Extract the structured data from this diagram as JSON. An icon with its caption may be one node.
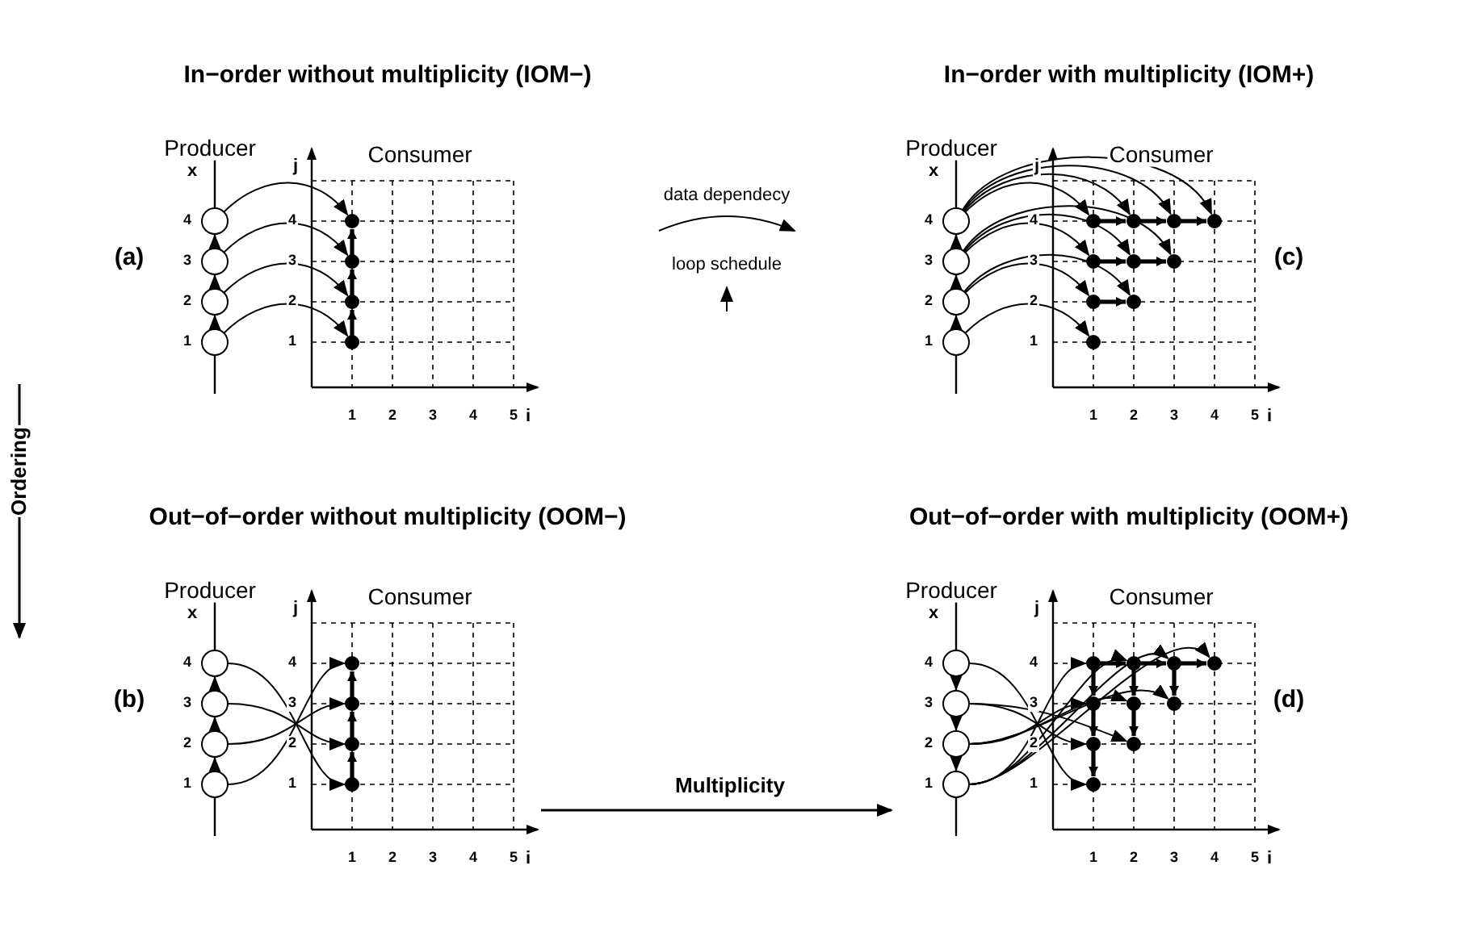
{
  "diagram": {
    "nodes": [
      {
        "text": [],
        "shape": "circle",
        "beside": [
          "4"
        ]
      },
      {
        "text": [],
        "shape": "circle",
        "beside": [
          "3"
        ]
      },
      {
        "text": [],
        "shape": "circle",
        "beside": [
          "2"
        ]
      },
      {
        "text": [],
        "shape": "circle",
        "beside": [
          "1"
        ]
      },
      {
        "text": [],
        "shape": "circle"
      },
      {
        "text": [],
        "shape": "circle"
      },
      {
        "text": [],
        "shape": "circle"
      },
      {
        "text": [],
        "shape": "circle"
      },
      {
        "text": [],
        "shape": "circle",
        "beside": [
          "4"
        ]
      },
      {
        "text": [],
        "shape": "circle",
        "beside": [
          "3"
        ]
      },
      {
        "text": [],
        "shape": "circle",
        "beside": [
          "2"
        ]
      },
      {
        "text": [],
        "shape": "circle",
        "beside": [
          "1"
        ]
      },
      {
        "text": [],
        "shape": "circle"
      },
      {
        "text": [],
        "shape": "circle"
      },
      {
        "text": [],
        "shape": "circle"
      },
      {
        "text": [],
        "shape": "circle"
      },
      {
        "text": [],
        "shape": "circle"
      },
      {
        "text": [],
        "shape": "circle"
      },
      {
        "text": [],
        "shape": "circle"
      },
      {
        "text": [],
        "shape": "circle"
      },
      {
        "text": [],
        "shape": "circle"
      },
      {
        "text": [],
        "shape": "circle"
      },
      {
        "text": [],
        "shape": "circle",
        "beside": [
          "4"
        ]
      },
      {
        "text": [],
        "shape": "circle",
        "beside": [
          "3"
        ]
      },
      {
        "text": [],
        "shape": "circle",
        "beside": [
          "2"
        ]
      },
      {
        "text": [],
        "shape": "circle",
        "beside": [
          "1"
        ]
      },
      {
        "text": [],
        "shape": "circle"
      },
      {
        "text": [],
        "shape": "circle"
      },
      {
        "text": [],
        "shape": "circle"
      },
      {
        "text": [],
        "shape": "circle"
      },
      {
        "text": [],
        "shape": "circle",
        "beside": [
          "4"
        ]
      },
      {
        "text": [],
        "shape": "circle",
        "beside": [
          "3"
        ]
      },
      {
        "text": [],
        "shape": "circle",
        "beside": [
          "2"
        ]
      },
      {
        "text": [],
        "shape": "circle",
        "beside": [
          "1"
        ]
      },
      {
        "text": [],
        "shape": "circle"
      },
      {
        "text": [],
        "shape": "circle"
      },
      {
        "text": [],
        "shape": "circle"
      },
      {
        "text": [],
        "shape": "circle"
      },
      {
        "text": [],
        "shape": "circle"
      },
      {
        "text": [],
        "shape": "circle"
      },
      {
        "text": [],
        "shape": "circle"
      },
      {
        "text": [],
        "shape": "circle"
      },
      {
        "text": [],
        "shape": "circle"
      },
      {
        "text": [],
        "shape": "circle"
      }
    ],
    "edges": [
      {
        "from": 3,
        "to": 2,
        "arrow": "to"
      },
      {
        "from": 2,
        "to": 1,
        "arrow": "to"
      },
      {
        "from": 1,
        "to": 0,
        "arrow": "to"
      },
      {
        "from": 3,
        "to": 7,
        "arrow": "to"
      },
      {
        "from": 2,
        "to": 6,
        "arrow": "to"
      },
      {
        "from": 1,
        "to": 5,
        "arrow": "to"
      },
      {
        "from": 0,
        "to": 4,
        "arrow": "to"
      },
      {
        "from": 7,
        "to": 6,
        "arrow": "to",
        "style": "thick"
      },
      {
        "from": 6,
        "to": 5,
        "arrow": "to",
        "style": "thick"
      },
      {
        "from": 5,
        "to": 4,
        "arrow": "to",
        "style": "thick"
      },
      {
        "from": 11,
        "to": 10,
        "arrow": "to"
      },
      {
        "from": 10,
        "to": 9,
        "arrow": "to"
      },
      {
        "from": 9,
        "to": 8,
        "arrow": "to"
      },
      {
        "from": 11,
        "to": 21,
        "arrow": "to"
      },
      {
        "from": 10,
        "to": 19,
        "arrow": "to"
      },
      {
        "from": 10,
        "to": 20,
        "arrow": "to"
      },
      {
        "from": 9,
        "to": 16,
        "arrow": "to"
      },
      {
        "from": 9,
        "to": 17,
        "arrow": "to"
      },
      {
        "from": 9,
        "to": 18,
        "arrow": "to"
      },
      {
        "from": 8,
        "to": 12,
        "arrow": "to"
      },
      {
        "from": 8,
        "to": 13,
        "arrow": "to"
      },
      {
        "from": 8,
        "to": 14,
        "arrow": "to"
      },
      {
        "from": 8,
        "to": 15,
        "arrow": "to"
      },
      {
        "from": 19,
        "to": 20,
        "arrow": "to",
        "style": "thick"
      },
      {
        "from": 16,
        "to": 17,
        "arrow": "to",
        "style": "thick"
      },
      {
        "from": 17,
        "to": 18,
        "arrow": "to",
        "style": "thick"
      },
      {
        "from": 12,
        "to": 13,
        "arrow": "to",
        "style": "thick"
      },
      {
        "from": 13,
        "to": 14,
        "arrow": "to",
        "style": "thick"
      },
      {
        "from": 14,
        "to": 15,
        "arrow": "to",
        "style": "thick"
      },
      {
        "from": 25,
        "to": 24,
        "arrow": "to"
      },
      {
        "from": 24,
        "to": 23,
        "arrow": "to"
      },
      {
        "from": 23,
        "to": 22,
        "arrow": "to"
      },
      {
        "from": 25,
        "to": 26,
        "arrow": "to"
      },
      {
        "from": 24,
        "to": 27,
        "arrow": "to"
      },
      {
        "from": 23,
        "to": 28,
        "arrow": "to"
      },
      {
        "from": 22,
        "to": 29,
        "arrow": "to"
      },
      {
        "from": 29,
        "to": 28,
        "arrow": "to",
        "style": "thick"
      },
      {
        "from": 28,
        "to": 27,
        "arrow": "to",
        "style": "thick"
      },
      {
        "from": 27,
        "to": 26,
        "arrow": "to",
        "style": "thick"
      },
      {
        "from": 30,
        "to": 31,
        "arrow": "to"
      },
      {
        "from": 31,
        "to": 32,
        "arrow": "to"
      },
      {
        "from": 32,
        "to": 33,
        "arrow": "to"
      },
      {
        "from": 30,
        "to": 43,
        "arrow": "to"
      },
      {
        "from": 31,
        "to": 41,
        "arrow": "to"
      },
      {
        "from": 31,
        "to": 42,
        "arrow": "to"
      },
      {
        "from": 32,
        "to": 38,
        "arrow": "to"
      },
      {
        "from": 32,
        "to": 39,
        "arrow": "to"
      },
      {
        "from": 32,
        "to": 40,
        "arrow": "to"
      },
      {
        "from": 33,
        "to": 34,
        "arrow": "to"
      },
      {
        "from": 33,
        "to": 35,
        "arrow": "to"
      },
      {
        "from": 33,
        "to": 36,
        "arrow": "to"
      },
      {
        "from": 33,
        "to": 37,
        "arrow": "to"
      },
      {
        "from": 34,
        "to": 35,
        "arrow": "to",
        "style": "thick"
      },
      {
        "from": 35,
        "to": 36,
        "arrow": "to",
        "style": "thick"
      },
      {
        "from": 36,
        "to": 37,
        "arrow": "to",
        "style": "thick"
      },
      {
        "from": 34,
        "to": 38,
        "arrow": "to",
        "style": "thick"
      },
      {
        "from": 38,
        "to": 41,
        "arrow": "to",
        "style": "thick"
      },
      {
        "from": 41,
        "to": 43,
        "arrow": "to",
        "style": "thick"
      },
      {
        "from": 35,
        "to": 39,
        "arrow": "to",
        "style": "thick"
      },
      {
        "from": 39,
        "to": 42,
        "arrow": "to",
        "style": "thick"
      },
      {
        "from": 36,
        "to": 40,
        "arrow": "to",
        "style": "thick"
      }
    ],
    "labels": [
      "In−order without multiplicity (IOM−)",
      "Producer",
      "Consumer",
      "x",
      "j",
      "4",
      "3",
      "2",
      "1",
      "1",
      "2",
      "3",
      "4",
      "5",
      "i",
      "(a)",
      "In−order with multiplicity (IOM+)",
      "Producer",
      "Consumer",
      "x",
      "j",
      "4",
      "3",
      "2",
      "1",
      "1",
      "2",
      "3",
      "4",
      "5",
      "i",
      "(c)",
      "Out−of−order without multiplicity (OOM−)",
      "Producer",
      "Consumer",
      "x",
      "j",
      "4",
      "3",
      "2",
      "1",
      "1",
      "2",
      "3",
      "4",
      "5",
      "i",
      "(b)",
      "Out−of−order with multiplicity (OOM+)",
      "Producer",
      "Consumer",
      "x",
      "j",
      "4",
      "3",
      "2",
      "1",
      "1",
      "2",
      "3",
      "4",
      "5",
      "i",
      "(d)",
      "Ordering",
      "Multiplicity"
    ],
    "legend": [
      {
        "text": "data dependecy"
      },
      {
        "text": "loop schedule"
      }
    ]
  }
}
